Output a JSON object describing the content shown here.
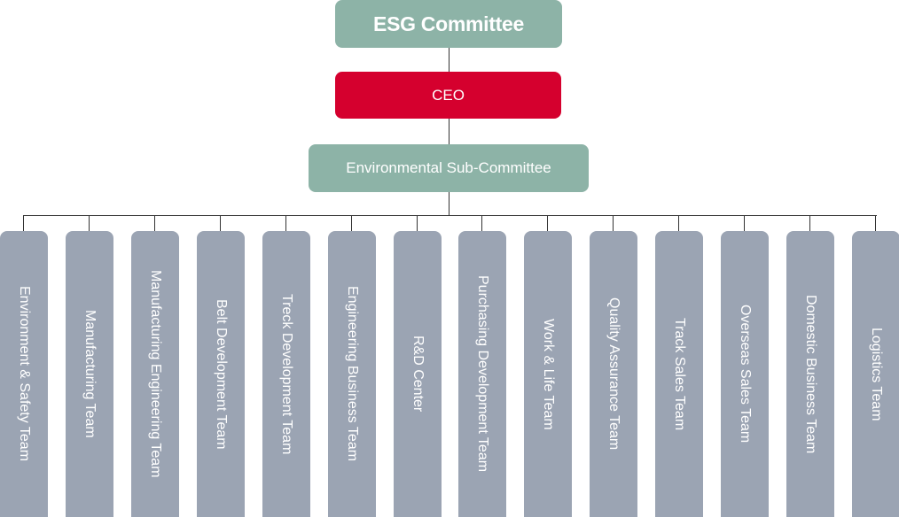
{
  "diagram": {
    "top": {
      "label": "ESG Committee"
    },
    "ceo": {
      "label": "CEO"
    },
    "sub_committee": {
      "label": "Environmental Sub-Committee"
    },
    "teams": [
      {
        "label": "Environment & Safety Team"
      },
      {
        "label": "Manufacturing Team"
      },
      {
        "label": "Manufacturing Engineering Team"
      },
      {
        "label": "Belt Development Team"
      },
      {
        "label": "Treck Development Team"
      },
      {
        "label": "Engineering Business Team"
      },
      {
        "label": "R&D Center"
      },
      {
        "label": "Purchasing Development Team"
      },
      {
        "label": "Work & Life Team"
      },
      {
        "label": "Quality Assurance Team"
      },
      {
        "label": "Track Sales Team"
      },
      {
        "label": "Overseas Sales Team"
      },
      {
        "label": "Domestic Business Team"
      },
      {
        "label": "Logistics Team"
      }
    ],
    "colors": {
      "committee": "#8db3a7",
      "ceo": "#d5002e",
      "team": "#9ba4b3",
      "connector": "#333333"
    }
  }
}
